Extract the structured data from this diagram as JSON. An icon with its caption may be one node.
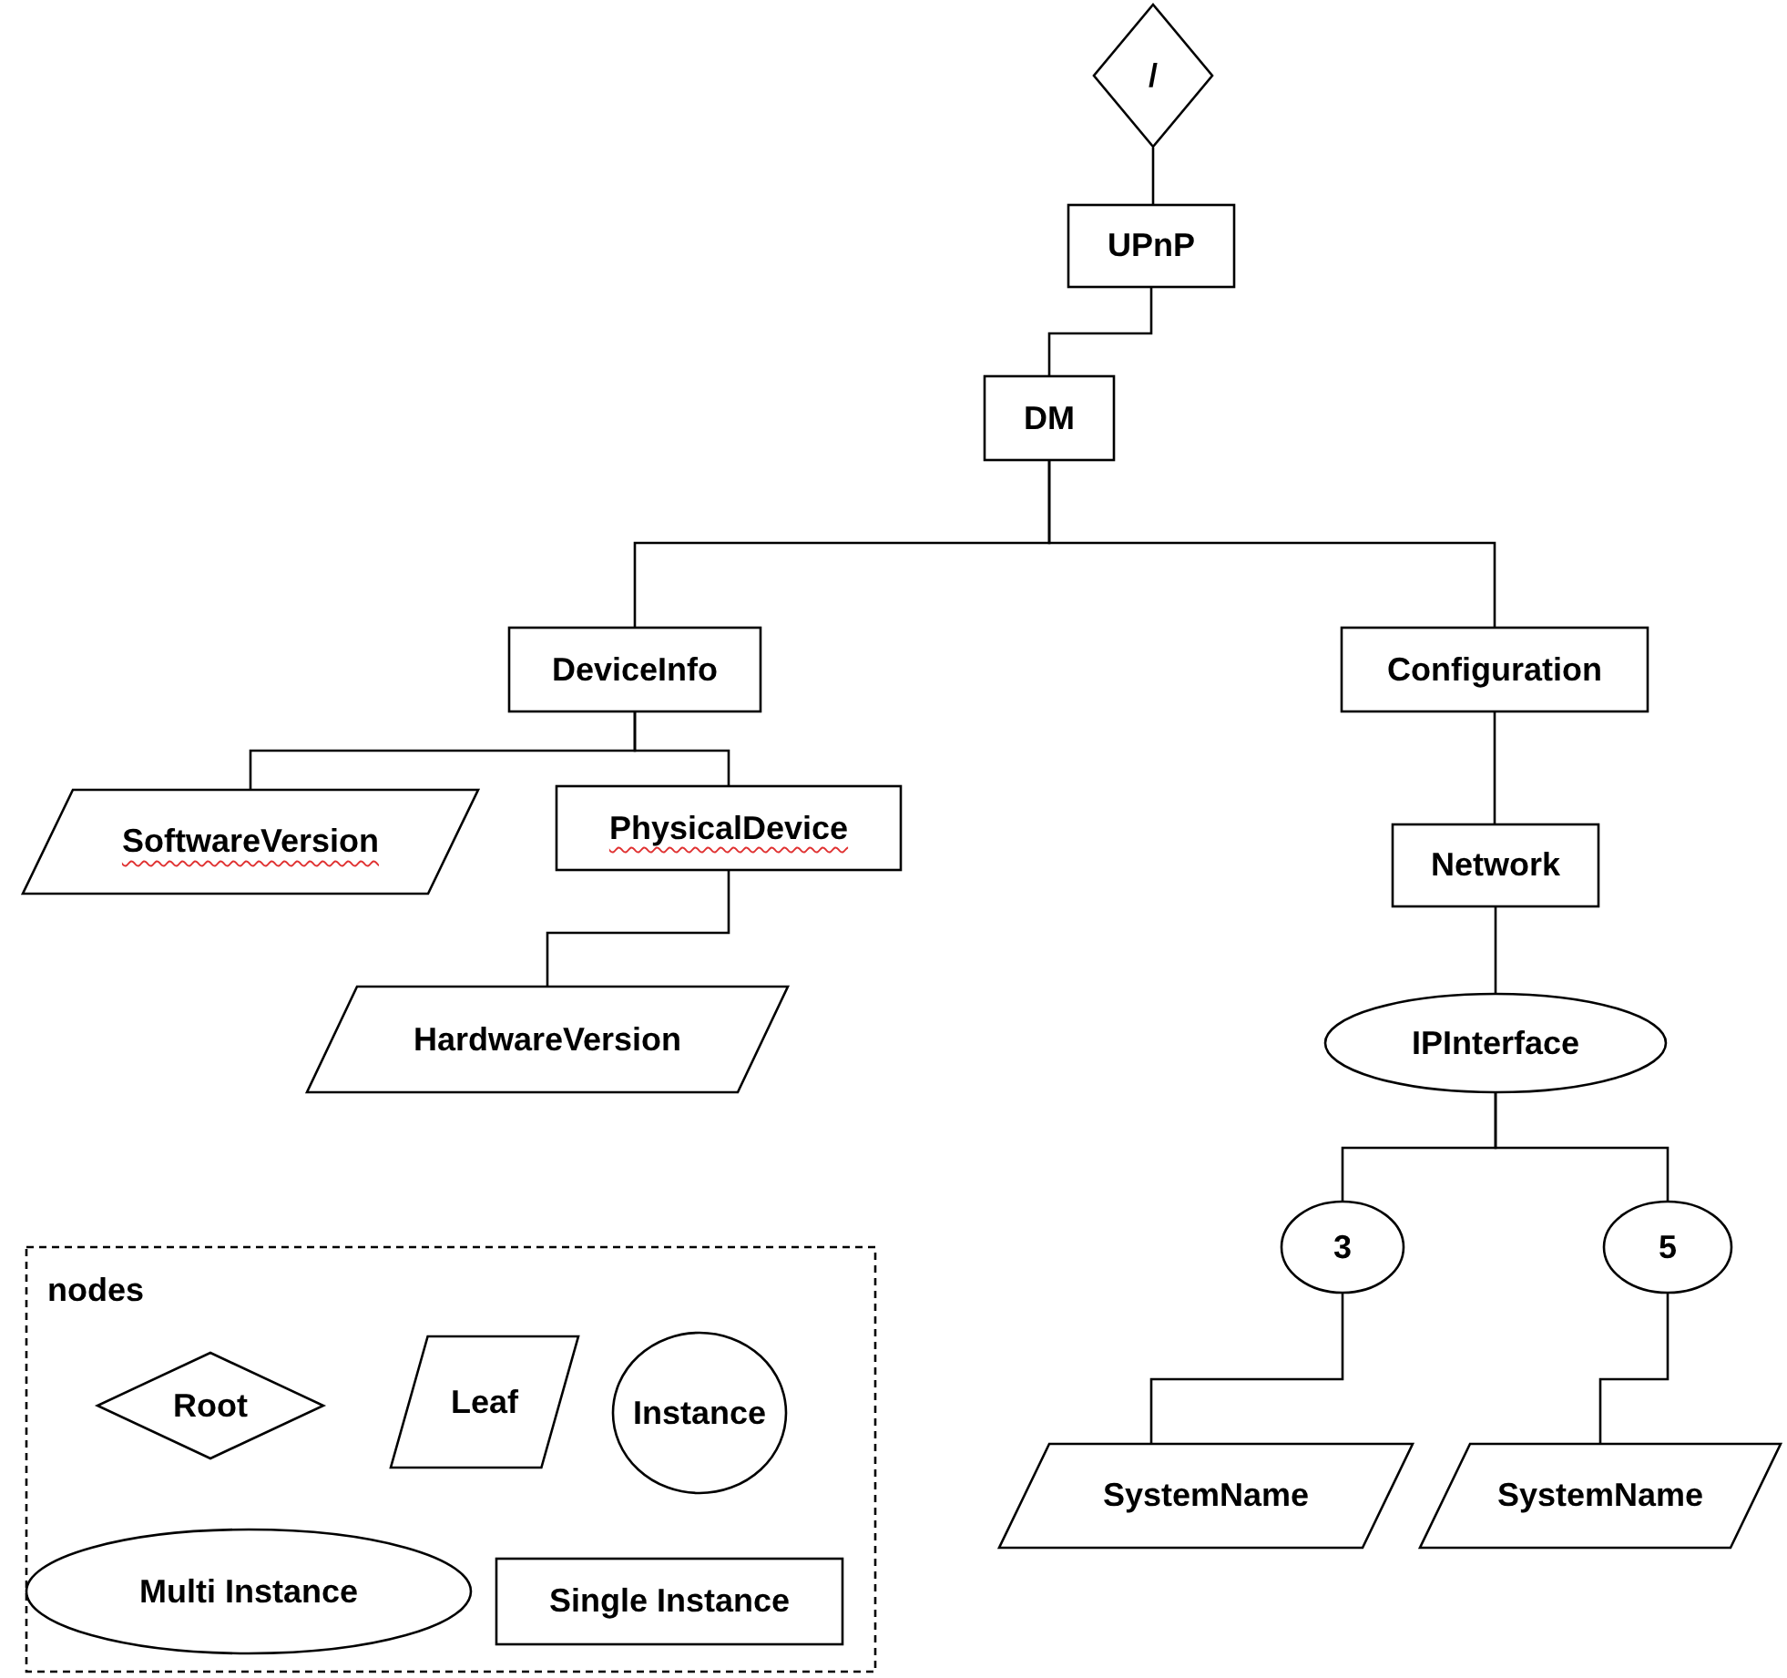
{
  "diagram": {
    "nodes": [
      {
        "text": [
          "/"
        ]
      },
      {
        "text": [
          "UPnP"
        ]
      },
      {
        "text": [
          "DM"
        ]
      },
      {
        "text": [
          "DeviceInfo"
        ]
      },
      {
        "text": [
          "Configuration"
        ]
      },
      {
        "text": [
          "SoftwareVersion"
        ]
      },
      {
        "text": [
          "PhysicalDevice"
        ]
      },
      {
        "text": [
          "HardwareVersion"
        ]
      },
      {
        "text": [
          "Network"
        ]
      },
      {
        "text": [
          "IPInterface"
        ]
      },
      {
        "text": [
          "3"
        ]
      },
      {
        "text": [
          "5"
        ]
      },
      {
        "text": [
          "SystemName"
        ]
      },
      {
        "text": [
          "SystemName"
        ]
      },
      {
        "text": [
          "nodes"
        ]
      },
      {
        "text": [
          "Root"
        ],
        "in": 14
      },
      {
        "text": [
          "Leaf"
        ],
        "in": 14
      },
      {
        "text": [
          "Instance"
        ],
        "in": 14
      },
      {
        "text": [
          "Multi Instance"
        ],
        "in": 14
      },
      {
        "text": [
          "Single Instance"
        ],
        "in": 14
      }
    ],
    "edges": [
      {
        "from": 0,
        "to": 1,
        "arrow": "none"
      },
      {
        "from": 1,
        "to": 2,
        "arrow": "none"
      },
      {
        "from": 2,
        "to": 3,
        "arrow": "none"
      },
      {
        "from": 2,
        "to": 4,
        "arrow": "none"
      },
      {
        "from": 3,
        "to": 5,
        "arrow": "none"
      },
      {
        "from": 3,
        "to": 6,
        "arrow": "none"
      },
      {
        "from": 6,
        "to": 7,
        "arrow": "none"
      },
      {
        "from": 4,
        "to": 8,
        "arrow": "none"
      },
      {
        "from": 8,
        "to": 9,
        "arrow": "none"
      },
      {
        "from": 9,
        "to": 10,
        "arrow": "none"
      },
      {
        "from": 9,
        "to": 11,
        "arrow": "none"
      },
      {
        "from": 10,
        "to": 12,
        "arrow": "none"
      },
      {
        "from": 11,
        "to": 13,
        "arrow": "none"
      }
    ]
  }
}
